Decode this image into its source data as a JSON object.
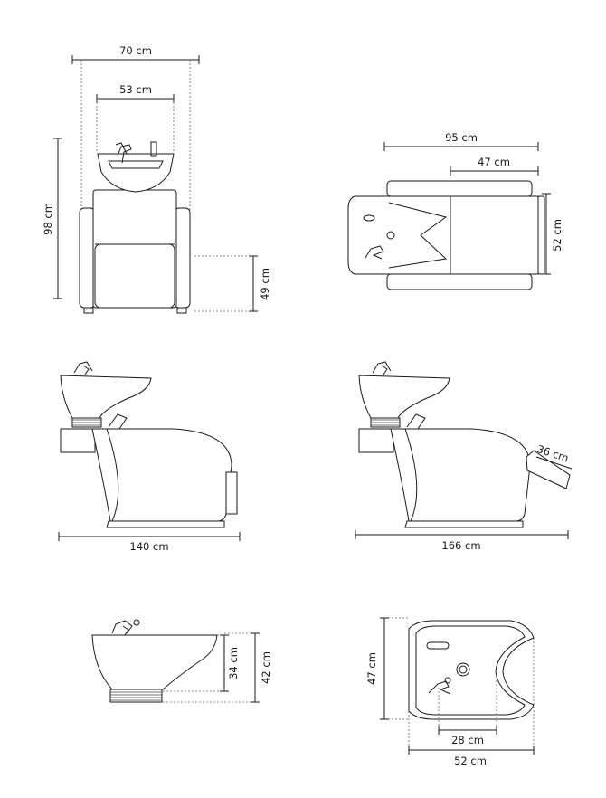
{
  "dimensions": {
    "front_width_outer": "70 cm",
    "front_width_inner": "53 cm",
    "front_height": "98 cm",
    "front_seat_height": "49 cm",
    "top_length": "95 cm",
    "top_leg_length": "47 cm",
    "top_width": "52 cm",
    "side_length": "140 cm",
    "side_extended_length": "166 cm",
    "legrest_extension": "36 cm",
    "bowl_height_inner": "34 cm",
    "bowl_height_outer": "42 cm",
    "bowl_depth": "47 cm",
    "bowl_inner_width": "28 cm",
    "bowl_width": "52 cm"
  }
}
